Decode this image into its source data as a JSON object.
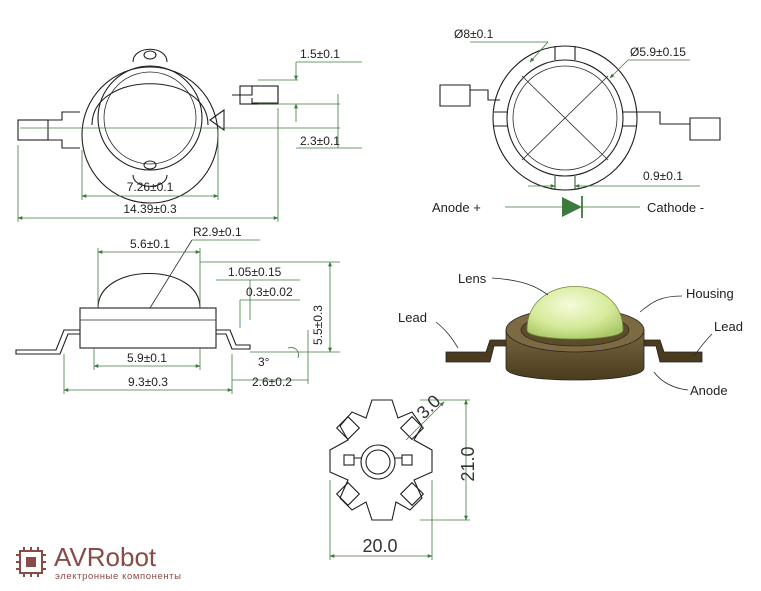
{
  "top_view": {
    "dim_width_outer": "14.39±0.3",
    "dim_width_inner": "7.26±0.1",
    "dim_lead_1": "1.5±0.1",
    "dim_lead_2": "2.3±0.1"
  },
  "bottom_view": {
    "dim_outer_dia": "Ø8±0.1",
    "dim_inner_dia": "Ø5.9±0.15",
    "dim_slot": "0.9±0.1",
    "anode_label": "Anode +",
    "cathode_label": "Cathode -"
  },
  "side_view": {
    "dim_lens_width": "5.6±0.1",
    "dim_lens_radius": "R2.9±0.1",
    "dim_lead_height": "1.05±0.15",
    "dim_lead_thick": "0.3±0.02",
    "dim_height": "5.5±0.3",
    "dim_angle": "3°",
    "dim_base": "5.9±0.1",
    "dim_body": "9.3±0.3",
    "dim_lead_len": "2.6±0.2"
  },
  "perspective_view": {
    "lens_label": "Lens",
    "housing_label": "Housing",
    "lead_left_label": "Lead",
    "lead_right_label": "Lead",
    "anode_label": "Anode"
  },
  "star_board": {
    "dim_hole": "3.0",
    "dim_height": "21.0",
    "dim_width": "20.0"
  },
  "logo": {
    "brand": "AVRobot",
    "tagline": "электронные компоненты",
    "color": "#8a4a45"
  },
  "colors": {
    "dimension_line": "#3c7a3c",
    "lens": "#d6ea9a",
    "housing": "#5a4a2a"
  }
}
